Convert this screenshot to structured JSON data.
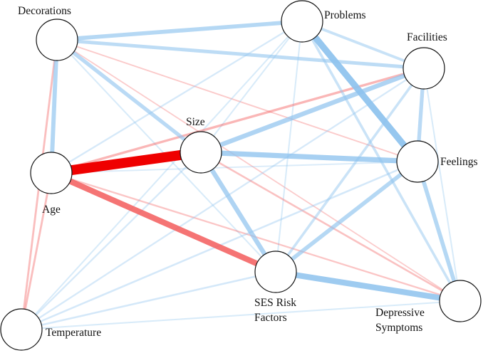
{
  "colors": {
    "positive": "#8ec3ee",
    "negative": "#f35d5d",
    "strong_negative": "#ef0000",
    "node_fill": "#ffffff",
    "node_stroke": "#111111"
  },
  "nodes": [
    {
      "id": "decorations",
      "label_lines": [
        "Decorations"
      ]
    },
    {
      "id": "problems",
      "label_lines": [
        "Problems"
      ]
    },
    {
      "id": "facilities",
      "label_lines": [
        "Facilities"
      ]
    },
    {
      "id": "size",
      "label_lines": [
        "Size"
      ]
    },
    {
      "id": "age",
      "label_lines": [
        "Age"
      ]
    },
    {
      "id": "feelings",
      "label_lines": [
        "Feelings"
      ]
    },
    {
      "id": "ses",
      "label_lines": [
        "SES Risk",
        "Factors"
      ]
    },
    {
      "id": "depressive",
      "label_lines": [
        "Depressive",
        "Symptoms"
      ]
    },
    {
      "id": "temperature",
      "label_lines": [
        "Temperature"
      ]
    }
  ],
  "edges": [
    {
      "from": "age",
      "to": "size",
      "sign": "negative",
      "weight": 1.0
    },
    {
      "from": "age",
      "to": "ses",
      "sign": "negative",
      "weight": 0.55
    },
    {
      "from": "problems",
      "to": "feelings",
      "sign": "positive",
      "weight": 0.62
    },
    {
      "from": "ses",
      "to": "depressive",
      "sign": "positive",
      "weight": 0.55
    },
    {
      "from": "size",
      "to": "feelings",
      "sign": "positive",
      "weight": 0.48
    },
    {
      "from": "size",
      "to": "facilities",
      "sign": "positive",
      "weight": 0.42
    },
    {
      "from": "size",
      "to": "ses",
      "sign": "positive",
      "weight": 0.42
    },
    {
      "from": "decorations",
      "to": "age",
      "sign": "positive",
      "weight": 0.38
    },
    {
      "from": "decorations",
      "to": "problems",
      "sign": "positive",
      "weight": 0.36
    },
    {
      "from": "decorations",
      "to": "facilities",
      "sign": "positive",
      "weight": 0.3
    },
    {
      "from": "decorations",
      "to": "size",
      "sign": "positive",
      "weight": 0.33
    },
    {
      "from": "ses",
      "to": "feelings",
      "sign": "positive",
      "weight": 0.36
    },
    {
      "from": "feelings",
      "to": "depressive",
      "sign": "positive",
      "weight": 0.36
    },
    {
      "from": "facilities",
      "to": "feelings",
      "sign": "positive",
      "weight": 0.33
    },
    {
      "from": "problems",
      "to": "facilities",
      "sign": "positive",
      "weight": 0.22
    },
    {
      "from": "ses",
      "to": "facilities",
      "sign": "positive",
      "weight": 0.2
    },
    {
      "from": "problems",
      "to": "depressive",
      "sign": "positive",
      "weight": 0.2
    },
    {
      "from": "age",
      "to": "facilities",
      "sign": "negative",
      "weight": 0.18
    },
    {
      "from": "decorations",
      "to": "temperature",
      "sign": "negative",
      "weight": 0.14
    },
    {
      "from": "age",
      "to": "temperature",
      "sign": "negative",
      "weight": 0.14
    },
    {
      "from": "size",
      "to": "depressive",
      "sign": "negative",
      "weight": 0.12
    },
    {
      "from": "age",
      "to": "depressive",
      "sign": "negative",
      "weight": 0.1
    },
    {
      "from": "temperature",
      "to": "feelings",
      "sign": "positive",
      "weight": 0.12
    },
    {
      "from": "temperature",
      "to": "ses",
      "sign": "positive",
      "weight": 0.12
    },
    {
      "from": "temperature",
      "to": "size",
      "sign": "positive",
      "weight": 0.1
    },
    {
      "from": "temperature",
      "to": "facilities",
      "sign": "positive",
      "weight": 0.1
    },
    {
      "from": "temperature",
      "to": "problems",
      "sign": "positive",
      "weight": 0.08
    },
    {
      "from": "age",
      "to": "problems",
      "sign": "positive",
      "weight": 0.1
    },
    {
      "from": "decorations",
      "to": "ses",
      "sign": "positive",
      "weight": 0.08
    },
    {
      "from": "problems",
      "to": "ses",
      "sign": "positive",
      "weight": 0.08
    },
    {
      "from": "facilities",
      "to": "depressive",
      "sign": "positive",
      "weight": 0.08
    },
    {
      "from": "temperature",
      "to": "depressive",
      "sign": "positive",
      "weight": 0.08
    },
    {
      "from": "size",
      "to": "problems",
      "sign": "positive",
      "weight": 0.08
    },
    {
      "from": "age",
      "to": "feelings",
      "sign": "positive",
      "weight": 0.07
    },
    {
      "from": "decorations",
      "to": "feelings",
      "sign": "negative",
      "weight": 0.07
    },
    {
      "from": "decorations",
      "to": "depressive",
      "sign": "negative",
      "weight": 0.06
    }
  ]
}
